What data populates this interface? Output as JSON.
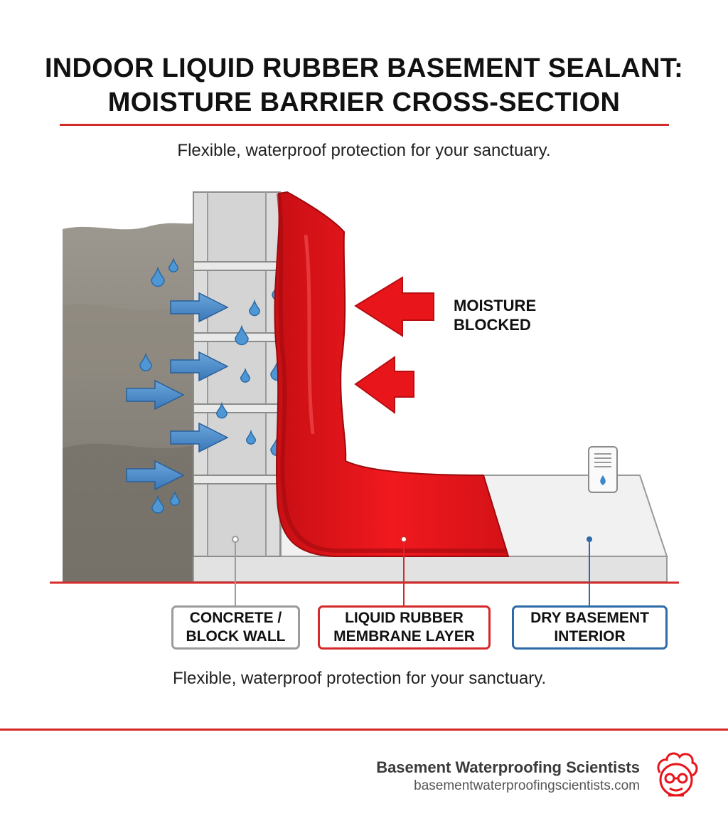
{
  "title": {
    "line1": "INDOOR LIQUID RUBBER BASEMENT SEALANT:",
    "line2": "MOISTURE BARRIER CROSS-SECTION"
  },
  "subtitle": "Flexible, waterproof protection for your sanctuary.",
  "caption": "Flexible, waterproof protection for your sanctuary.",
  "annotations": {
    "moisture_blocked": "MOISTURE\nBLOCKED"
  },
  "labels": {
    "wall": "CONCRETE /\nBLOCK WALL",
    "membrane": "LIQUID RUBBER\nMEMBRANE LAYER",
    "dry": "DRY BASEMENT\nINTERIOR"
  },
  "footer": {
    "brand": "Basement Waterproofing Scientists",
    "url": "basementwaterproofingscientists.com"
  },
  "colors": {
    "accent_red": "#d42a2a",
    "membrane_red": "#e8151a",
    "water_blue": "#3f88c9",
    "dry_blue": "#2d6aa8",
    "wall_gray": "#9b9b9b"
  }
}
